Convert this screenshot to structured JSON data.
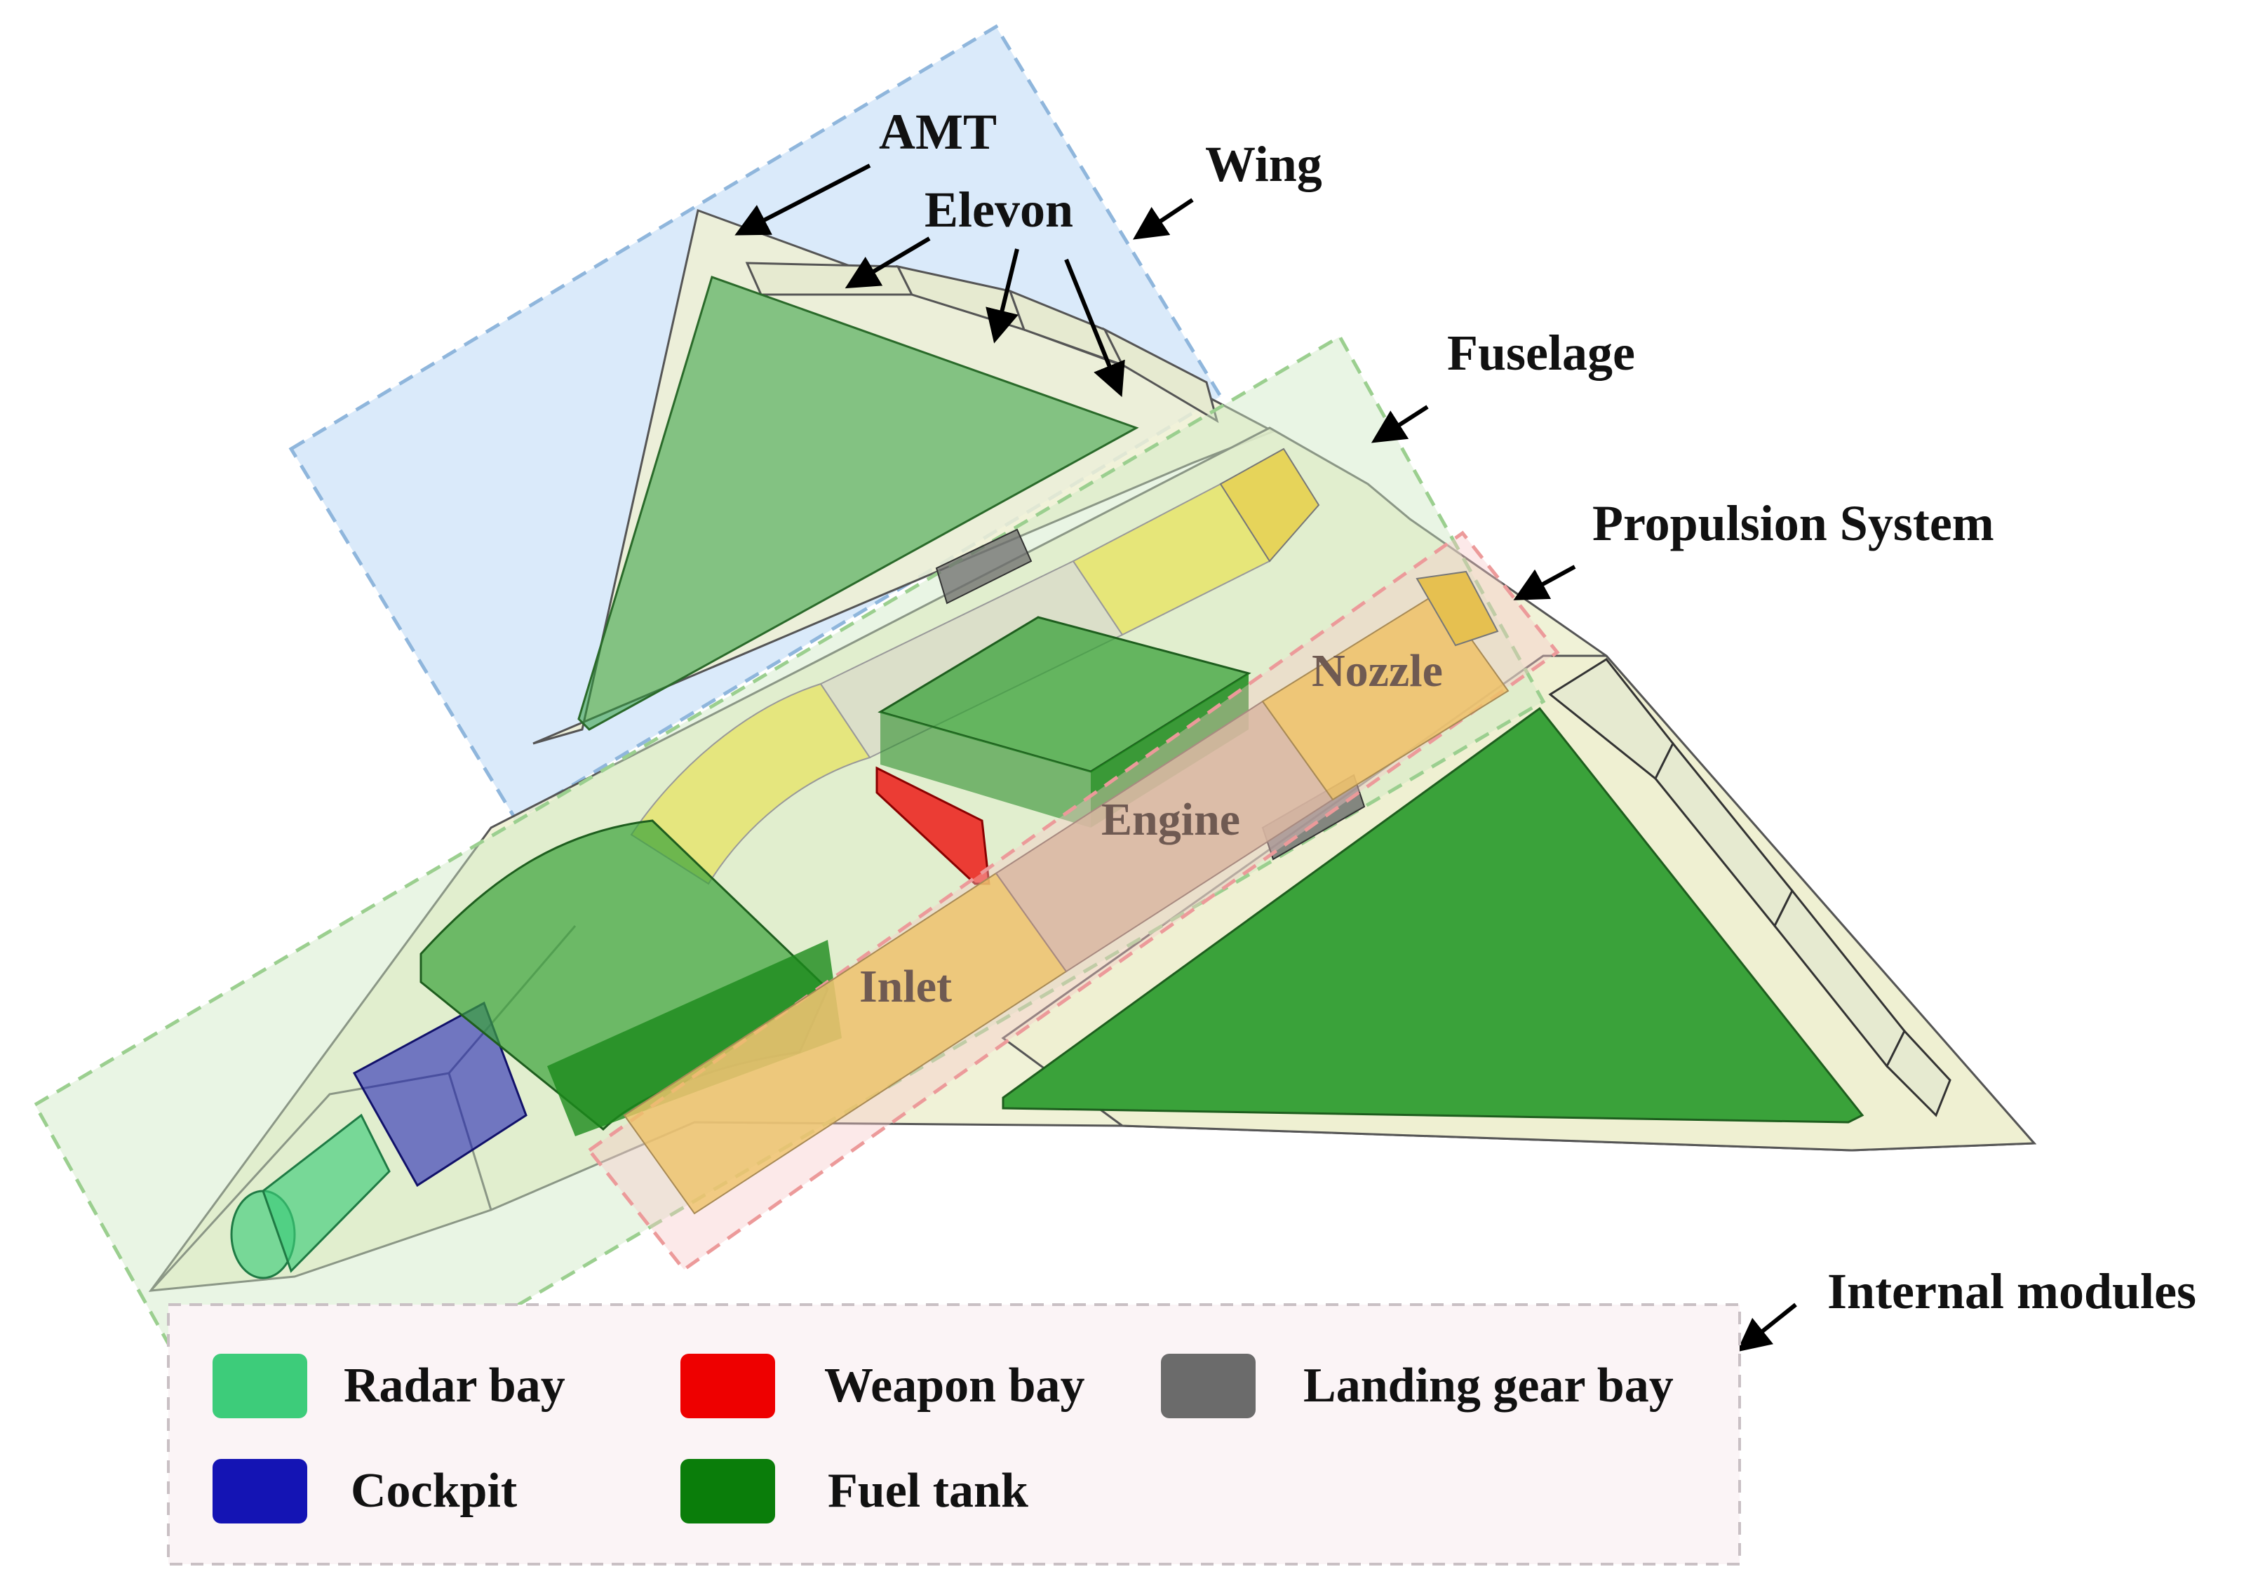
{
  "callouts": {
    "amt": "AMT",
    "wing": "Wing",
    "elevon": "Elevon",
    "fuselage": "Fuselage",
    "propulsion": "Propulsion System",
    "internal_modules": "Internal modules"
  },
  "propulsion_parts": {
    "nozzle": "Nozzle",
    "engine": "Engine",
    "inlet": "Inlet"
  },
  "legend": [
    {
      "label": "Radar bay",
      "color": "#3dcc7a"
    },
    {
      "label": "Weapon bay",
      "color": "#ee0000"
    },
    {
      "label": "Landing gear bay",
      "color": "#6b6b6b"
    },
    {
      "label": "Cockpit",
      "color": "#1414b4"
    },
    {
      "label": "Fuel tank",
      "color": "#0a7d0a"
    }
  ],
  "colors": {
    "airframe": "#eef0d2",
    "wing_region": "#bcd9f5",
    "fuselage_region": "#cfe8c4",
    "propulsion_region": "#f7c9c9",
    "duct_yellow": "#e6e46a",
    "engine_tan": "#d9b7a2",
    "nozzle_orange": "#eec268",
    "legend_box": "#fbf4f6"
  }
}
